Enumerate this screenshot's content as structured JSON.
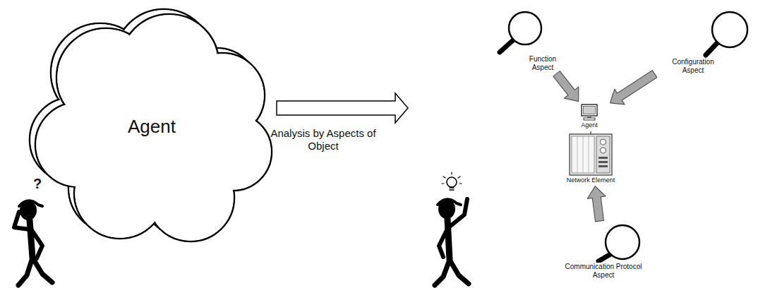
{
  "diagram": {
    "nodes": [
      {
        "text": [
          "Agent"
        ]
      },
      {
        "text": [
          "Function Aspect"
        ]
      },
      {
        "text": [
          "Configuration Aspect"
        ]
      },
      {
        "text": [
          "Agent"
        ]
      },
      {
        "text": [
          "Network Element"
        ]
      },
      {
        "text": [
          "Communication Protocol Aspect"
        ]
      }
    ],
    "edges": [
      {
        "from": 1,
        "to": 3,
        "arrow": "to"
      },
      {
        "from": 2,
        "to": 3,
        "arrow": "to"
      },
      {
        "from": 5,
        "to": 4,
        "arrow": "to"
      }
    ],
    "labels": [
      "?",
      "Analysis by Aspects of Object"
    ]
  }
}
